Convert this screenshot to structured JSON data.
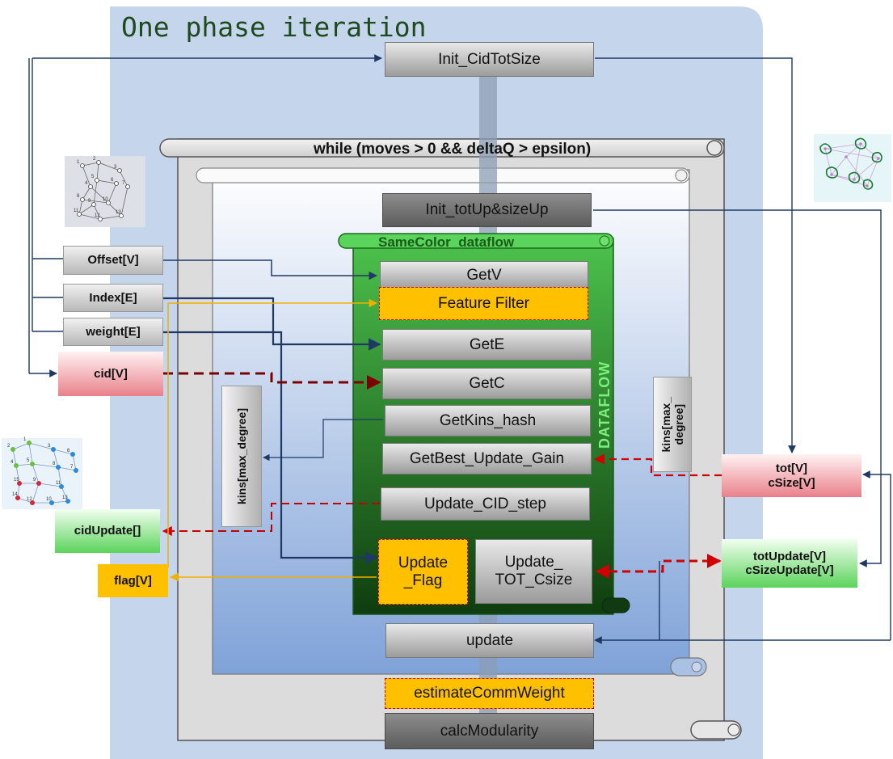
{
  "title": "One phase iteration",
  "loop_condition": "while (moves > 0 && deltaQ > epsilon)",
  "dataflow_title": "SameColor_dataflow",
  "dataflow_side_label": "DATAFLOW",
  "steps": {
    "init_cid": "Init_CidTotSize",
    "init_tot": "Init_totUp&sizeUp",
    "getv": "GetV",
    "feature_filter": "Feature Filter",
    "gete": "GetE",
    "getc": "GetC",
    "getkins": "GetKins_hash",
    "getbest": "GetBest_Update_Gain",
    "update_cid": "Update_CID_step",
    "update_flag": "Update _Flag",
    "update_tot": "Update_ TOT_Csize",
    "update": "update",
    "estimate": "estimateCommWeight",
    "calcmod": "calcModularity"
  },
  "inputs": {
    "offset": "Offset[V]",
    "index": "Index[E]",
    "weight": "weight[E]",
    "cid": "cid[V]",
    "cid_update": "cidUpdate[]",
    "flag": "flag[V]",
    "tot": "tot[V]\ncSize[V]",
    "tot_update": "totUpdate[V]\ncSizeUpdate[V]",
    "kins_left": "kins[max_degree]",
    "kins_right": "kins[max_\ndegree]"
  },
  "graph_labels": [
    "1",
    "2",
    "3",
    "4",
    "5",
    "6",
    "7",
    "8",
    "9",
    "10",
    "11",
    "12",
    "13",
    "14",
    "15"
  ],
  "colors": {
    "background_panel": "#c5d5ec",
    "loop_scroll": "#d9d9d9",
    "dataflow_green": "#2e9a2e",
    "dark_blue_arrow": "#1f3864",
    "red_dashed": "#c00000",
    "dark_red_dashed": "#7b0000",
    "orange_arrow": "#ffc000",
    "title_green": "#1e4a1e"
  }
}
